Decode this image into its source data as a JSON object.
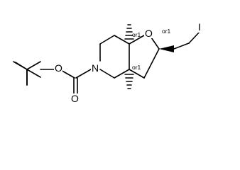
{
  "molecule": {
    "atoms": {
      "oxygen_carbonyl": "O",
      "oxygen_ester": "O",
      "nitrogen": "N",
      "oxygen_ring": "O",
      "iodine": "I"
    },
    "stereo": {
      "c7a": "or1",
      "c2": "or1",
      "c3a": "or1"
    }
  }
}
